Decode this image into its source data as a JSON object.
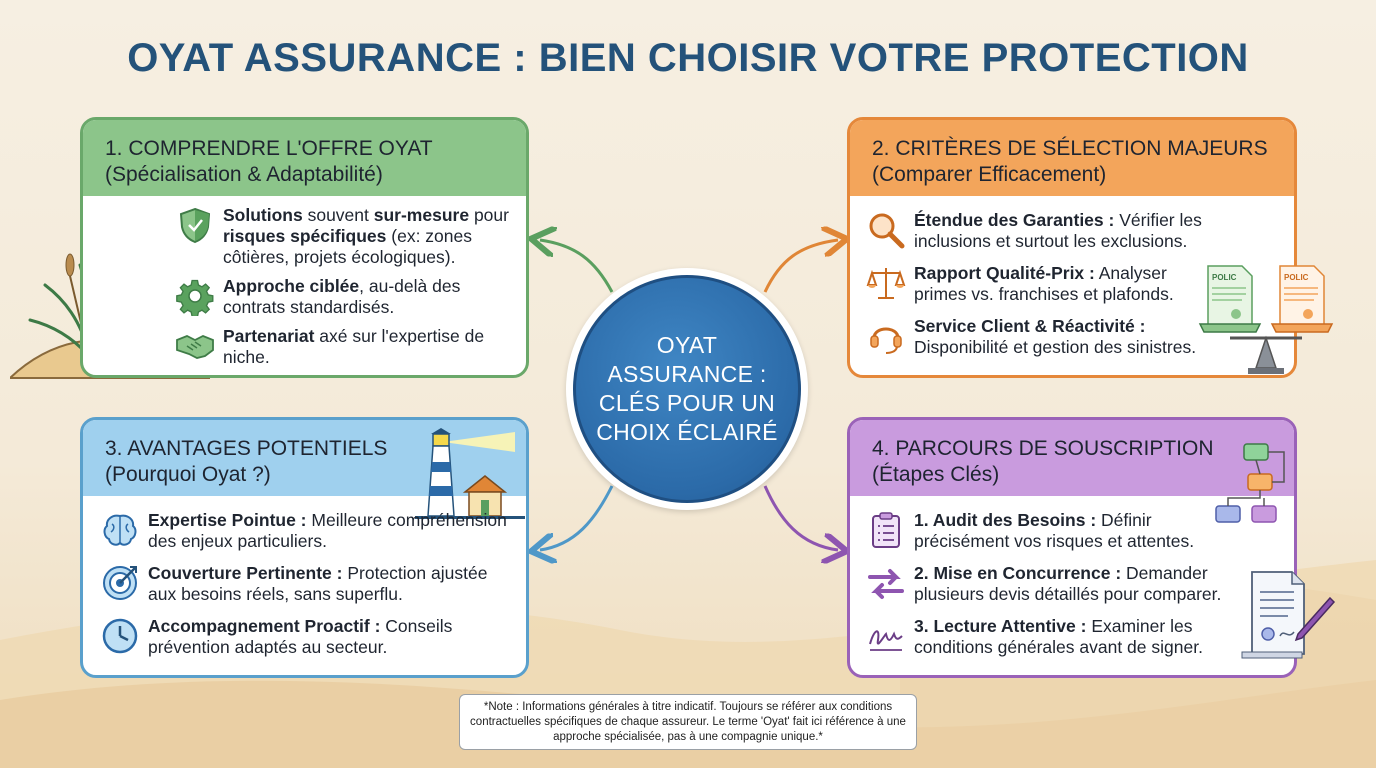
{
  "title": "OYAT ASSURANCE : BIEN CHOISIR VOTRE PROTECTION",
  "center_label": [
    "OYAT",
    "ASSURANCE :",
    "CLÉS POUR UN",
    "CHOIX ÉCLAIRÉ"
  ],
  "colors": {
    "title": "#24527a",
    "card1": "#8cc58a",
    "card2": "#f3a55b",
    "card3": "#9fd0ee",
    "card4": "#c99bde",
    "center": "#2b6aa8"
  },
  "card1": {
    "heading": "1. COMPRENDRE L'OFFRE OYAT",
    "subheading": "(Spécialisation & Adaptabilité)",
    "items": [
      {
        "icon": "shield-icon",
        "bold": "Solutions",
        "text1": " souvent ",
        "bold2": "sur-mesure",
        "text2": " pour ",
        "bold3": "risques spécifiques",
        "text3": " (ex: zones côtières, projets écologiques)."
      },
      {
        "icon": "gear-icon",
        "bold": "Approche ciblée",
        "text": ", au-delà des contrats standardisés."
      },
      {
        "icon": "handshake-icon",
        "bold": "Partenariat",
        "text": " axé sur l'expertise de niche."
      }
    ]
  },
  "card2": {
    "heading": "2. CRITÈRES DE SÉLECTION MAJEURS",
    "subheading": "(Comparer Efficacement)",
    "items": [
      {
        "icon": "magnifier-icon",
        "bold": "Étendue des Garanties :",
        "text": " Vérifier les inclusions et surtout les exclusions."
      },
      {
        "icon": "balance-icon",
        "bold": "Rapport Qualité-Prix :",
        "text": " Analyser primes vs. franchises et plafonds."
      },
      {
        "icon": "headset-icon",
        "bold": "Service Client & Réactivité :",
        "text": " Disponibilité et gestion des sinistres."
      }
    ],
    "policy_label": "POLIC"
  },
  "card3": {
    "heading": "3. AVANTAGES POTENTIELS",
    "subheading": "(Pourquoi Oyat ?)",
    "items": [
      {
        "icon": "brain-icon",
        "bold": "Expertise Pointue :",
        "text": " Meilleure compréhension des enjeux particuliers."
      },
      {
        "icon": "target-icon",
        "bold": "Couverture Pertinente :",
        "text": " Protection ajustée aux besoins réels, sans superflu."
      },
      {
        "icon": "clock-icon",
        "bold": "Accompagnement Proactif :",
        "text": " Conseils prévention adaptés au secteur."
      }
    ]
  },
  "card4": {
    "heading": "4. PARCOURS DE SOUSCRIPTION",
    "subheading": "(Étapes Clés)",
    "items": [
      {
        "icon": "clipboard-icon",
        "bold": "1. Audit des Besoins :",
        "text": " Définir précisément vos risques et attentes."
      },
      {
        "icon": "exchange-arrows-icon",
        "bold": "2. Mise en Concurrence :",
        "text": " Demander plusieurs devis détaillés pour comparer."
      },
      {
        "icon": "signature-icon",
        "bold": "3. Lecture Attentive :",
        "text": " Examiner les conditions générales avant de signer."
      }
    ]
  },
  "note": "*Note : Informations générales à titre indicatif. Toujours se référer aux conditions contractuelles spécifiques de chaque assureur. Le terme 'Oyat' fait ici référence à une approche spécialisée, pas à une compagnie unique.*"
}
